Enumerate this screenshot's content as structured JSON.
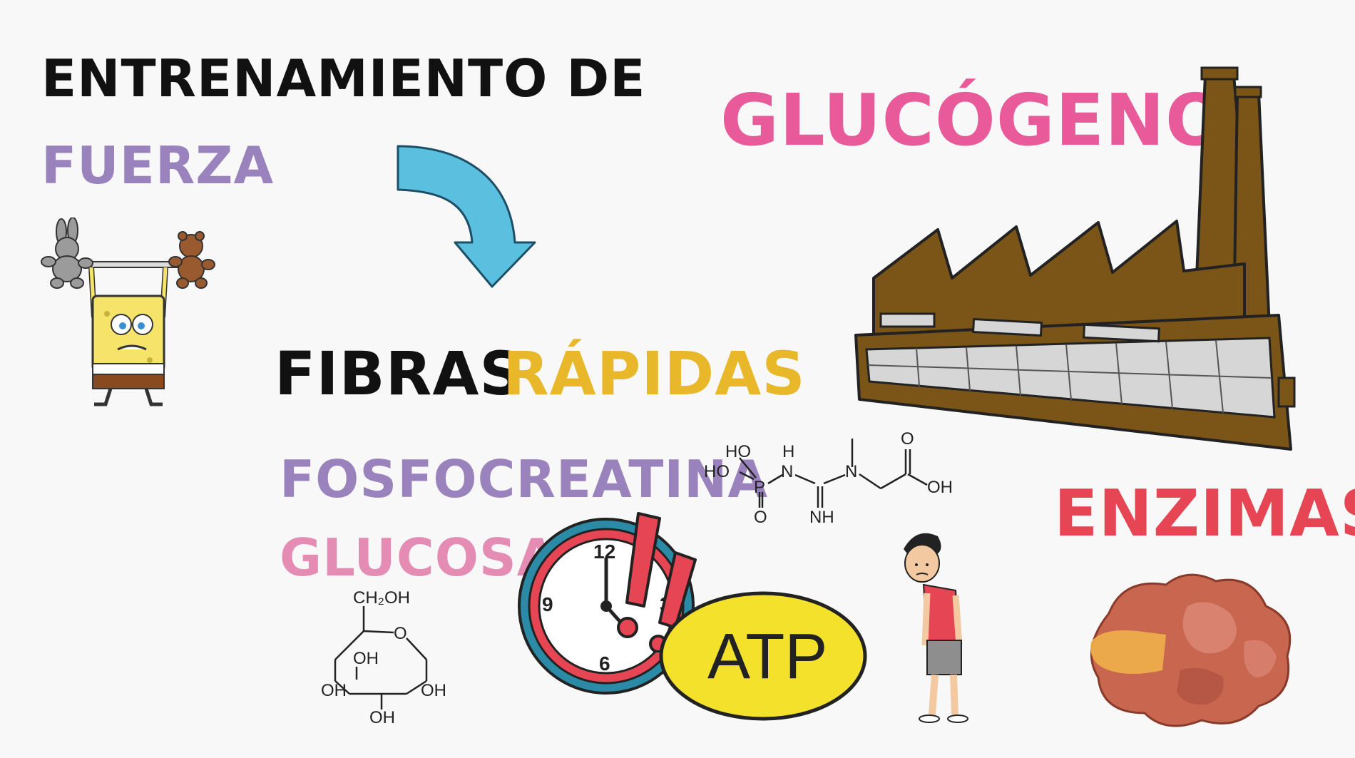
{
  "colors": {
    "black_text": "#111111",
    "purple": "#9a83bd",
    "pink": "#e85a99",
    "light_pink": "#e48cb4",
    "yellow": "#e9b82a",
    "red": "#e64553",
    "arrow_blue": "#5bbfe0",
    "factory_brown": "#7b5418",
    "atp_yellow": "#f4e12b"
  },
  "titles": {
    "line1": "ENTRENAMIENTO DE",
    "line2": "FUERZA",
    "glucogeno": "GLUCÓGENO",
    "fibras": "FIBRAS",
    "rapidas": "RÁPIDAS",
    "fosfocreatina": "FOSFOCREATINA",
    "glucosa": "GLUCOSA",
    "enzimas": "ENZIMAS"
  },
  "atp": {
    "label": "ATP"
  },
  "clock": {
    "n12": "12",
    "n9": "9",
    "n6": "6",
    "n3": "3"
  },
  "glucose_molecule": {
    "ch2oh": "CH₂OH",
    "o": "O",
    "oh_inner": "OH",
    "oh_left": "OH",
    "oh_right": "OH",
    "oh_bottom": "OH"
  },
  "phosphocreatine_molecule": {
    "ho_top": "HO",
    "ho_left": "HO",
    "p": "P",
    "o_bottom": "O",
    "h": "H",
    "n1": "N",
    "n2": "N",
    "nh": "NH",
    "o_top": "O",
    "oh": "OH"
  }
}
